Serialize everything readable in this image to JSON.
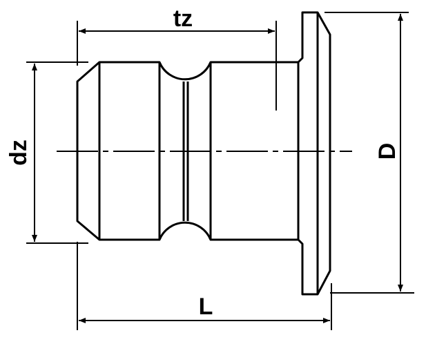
{
  "labels": {
    "tz": "tz",
    "dz": "dz",
    "D": "D",
    "L": "L"
  },
  "colors": {
    "line": "#000000",
    "background": "#ffffff"
  }
}
